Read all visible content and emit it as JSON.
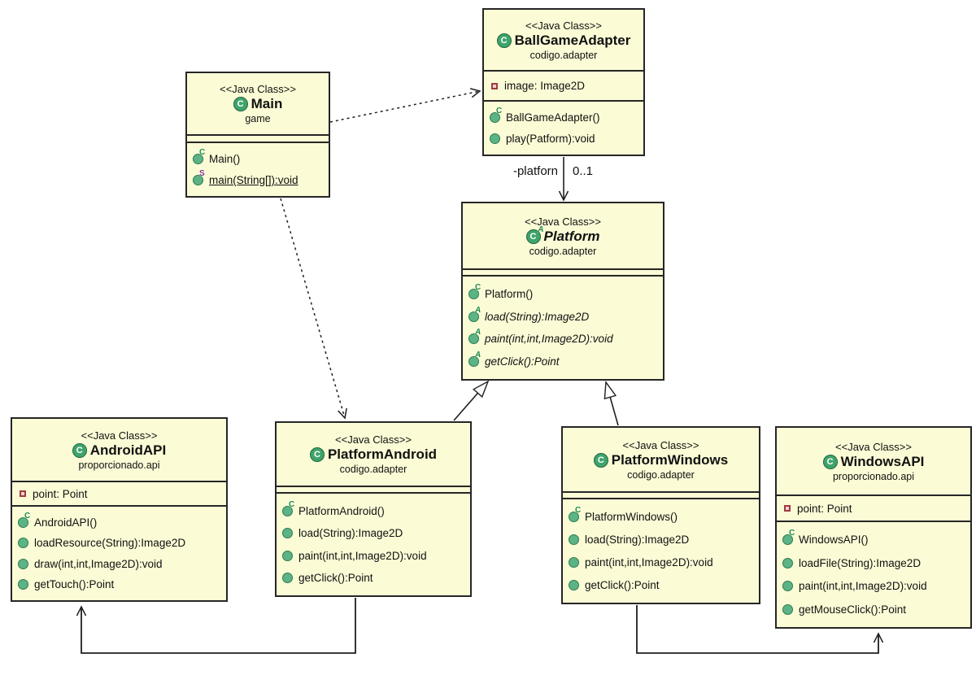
{
  "diagram_title": "Adapter pattern UML class diagram",
  "colors": {
    "class_fill": "#FBFBD6",
    "class_border": "#262626",
    "line": "#1F1F1F",
    "class_icon_green": "#3FA46C",
    "method_icon_green": "#5CB385",
    "constructor_marker": "#1E8C46",
    "static_marker": "#7D3C8C",
    "abstract_marker": "#1E8C46",
    "field_icon_border": "#9E3B40",
    "field_icon_fill": "#F5CFD1"
  },
  "classes": [
    {
      "stereotype": "<<Java Class>>",
      "name": "Main",
      "package": "game",
      "icon_sup": "",
      "fields": [],
      "methods": [
        {
          "sup": "C",
          "text": "Main()"
        },
        {
          "sup": "S",
          "text": "main(String[]):void"
        }
      ]
    },
    {
      "stereotype": "<<Java Class>>",
      "name": "BallGameAdapter",
      "package": "codigo.adapter",
      "icon_sup": "",
      "fields": [
        {
          "text": "image: Image2D"
        }
      ],
      "methods": [
        {
          "sup": "C",
          "text": "BallGameAdapter()"
        },
        {
          "sup": "",
          "text": "play(Patform):void"
        }
      ]
    },
    {
      "stereotype": "<<Java Class>>",
      "name": "Platform",
      "package": "codigo.adapter",
      "icon_sup": "A",
      "fields": [],
      "methods": [
        {
          "sup": "C",
          "text": "Platform()"
        },
        {
          "sup": "A",
          "text": "load(String):Image2D"
        },
        {
          "sup": "A",
          "text": "paint(int,int,Image2D):void"
        },
        {
          "sup": "A",
          "text": "getClick():Point"
        }
      ]
    },
    {
      "stereotype": "<<Java Class>>",
      "name": "AndroidAPI",
      "package": "proporcionado.api",
      "icon_sup": "",
      "fields": [
        {
          "text": "point: Point"
        }
      ],
      "methods": [
        {
          "sup": "C",
          "text": "AndroidAPI()"
        },
        {
          "sup": "",
          "text": "loadResource(String):Image2D"
        },
        {
          "sup": "",
          "text": "draw(int,int,Image2D):void"
        },
        {
          "sup": "",
          "text": "getTouch():Point"
        }
      ]
    },
    {
      "stereotype": "<<Java Class>>",
      "name": "PlatformAndroid",
      "package": "codigo.adapter",
      "icon_sup": "",
      "fields": [],
      "methods": [
        {
          "sup": "C",
          "text": "PlatformAndroid()"
        },
        {
          "sup": "",
          "text": "load(String):Image2D"
        },
        {
          "sup": "",
          "text": "paint(int,int,Image2D):void"
        },
        {
          "sup": "",
          "text": "getClick():Point"
        }
      ]
    },
    {
      "stereotype": "<<Java Class>>",
      "name": "PlatformWindows",
      "package": "codigo.adapter",
      "icon_sup": "",
      "fields": [],
      "methods": [
        {
          "sup": "C",
          "text": "PlatformWindows()"
        },
        {
          "sup": "",
          "text": "load(String):Image2D"
        },
        {
          "sup": "",
          "text": "paint(int,int,Image2D):void"
        },
        {
          "sup": "",
          "text": "getClick():Point"
        }
      ]
    },
    {
      "stereotype": "<<Java Class>>",
      "name": "WindowsAPI",
      "package": "proporcionado.api",
      "icon_sup": "",
      "fields": [
        {
          "text": "point: Point"
        }
      ],
      "methods": [
        {
          "sup": "C",
          "text": "WindowsAPI()"
        },
        {
          "sup": "",
          "text": "loadFile(String):Image2D"
        },
        {
          "sup": "",
          "text": "paint(int,int,Image2D):void"
        },
        {
          "sup": "",
          "text": "getMouseClick():Point"
        }
      ]
    }
  ],
  "edges": [
    {
      "from": "Main",
      "to": "BallGameAdapter",
      "type": "dependency"
    },
    {
      "from": "Main",
      "to": "PlatformAndroid",
      "type": "dependency"
    },
    {
      "from": "BallGameAdapter",
      "to": "Platform",
      "type": "association",
      "role": "-platforn",
      "multiplicity": "0..1"
    },
    {
      "from": "PlatformAndroid",
      "to": "Platform",
      "type": "generalization"
    },
    {
      "from": "PlatformWindows",
      "to": "Platform",
      "type": "generalization"
    },
    {
      "from": "PlatformAndroid",
      "to": "AndroidAPI",
      "type": "association"
    },
    {
      "from": "PlatformWindows",
      "to": "WindowsAPI",
      "type": "association"
    }
  ]
}
